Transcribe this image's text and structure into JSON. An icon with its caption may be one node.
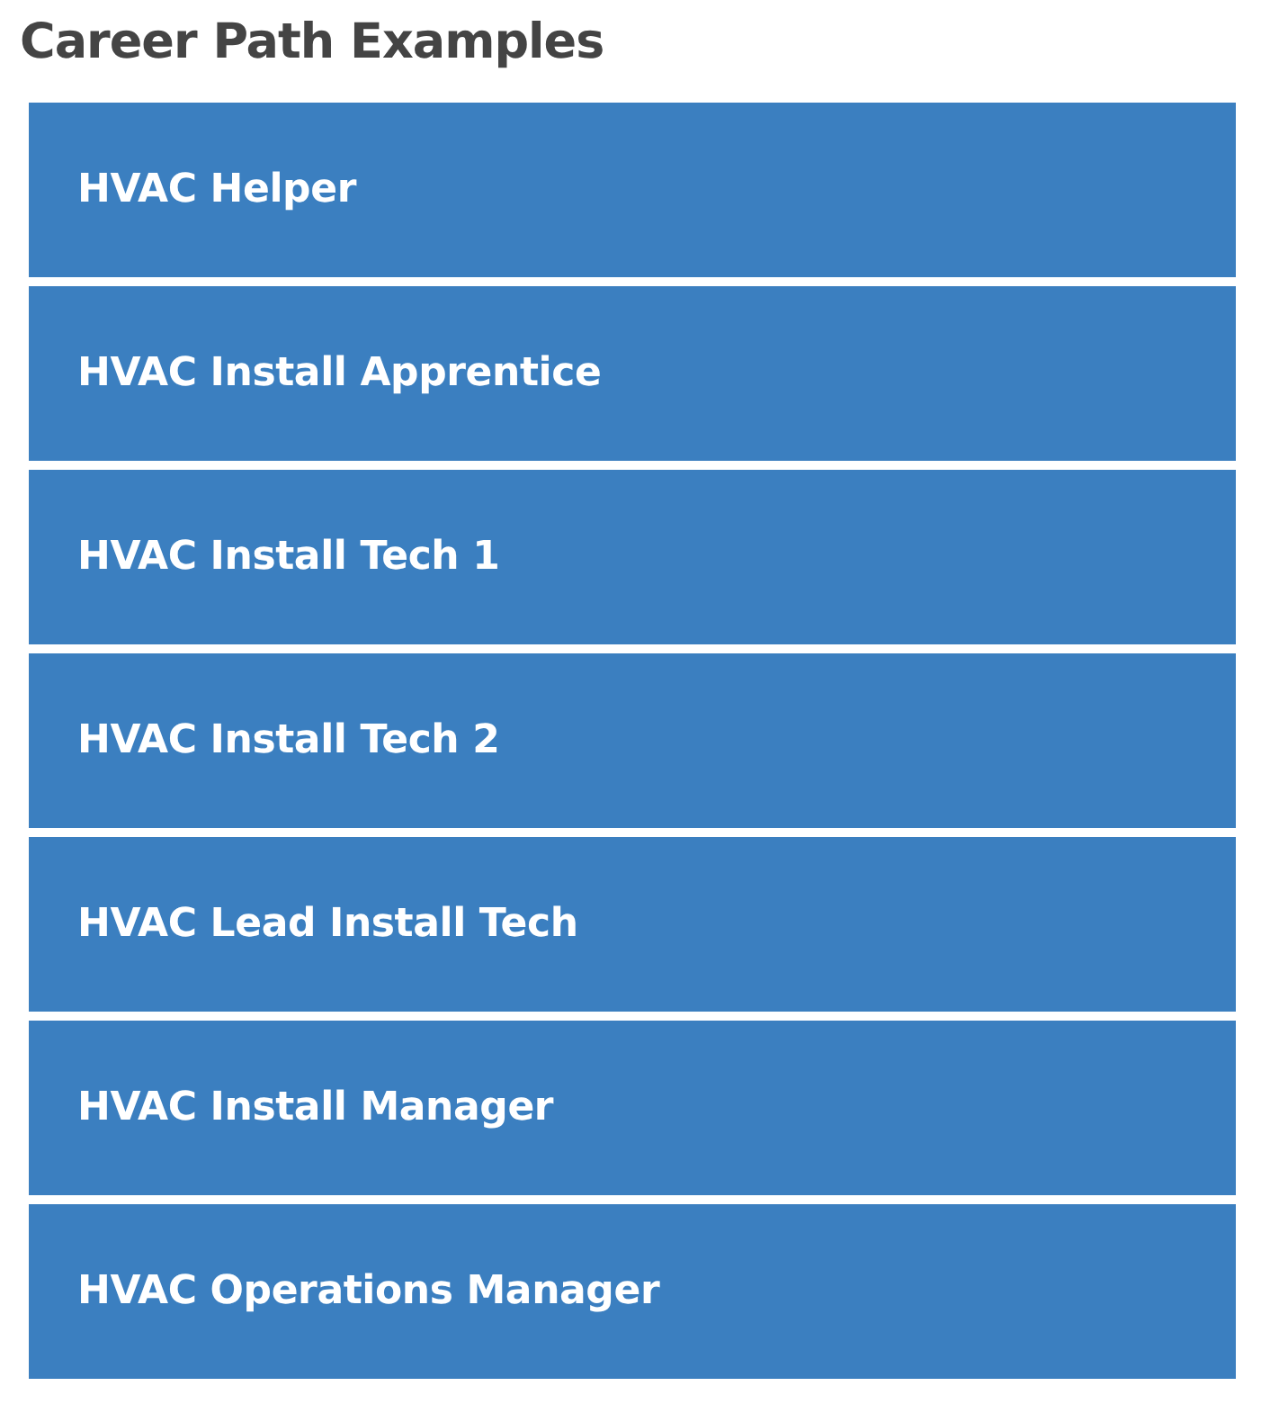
{
  "diagram": {
    "title": "Career Path Examples",
    "nodes": [
      {
        "text": [
          "HVAC Helper"
        ]
      },
      {
        "text": [
          "HVAC Install Apprentice"
        ]
      },
      {
        "text": [
          "HVAC Install Tech 1"
        ]
      },
      {
        "text": [
          "HVAC Install Tech 2"
        ]
      },
      {
        "text": [
          "HVAC Lead Install Tech"
        ]
      },
      {
        "text": [
          "HVAC Install Manager"
        ]
      },
      {
        "text": [
          "HVAC Operations Manager"
        ]
      }
    ]
  }
}
